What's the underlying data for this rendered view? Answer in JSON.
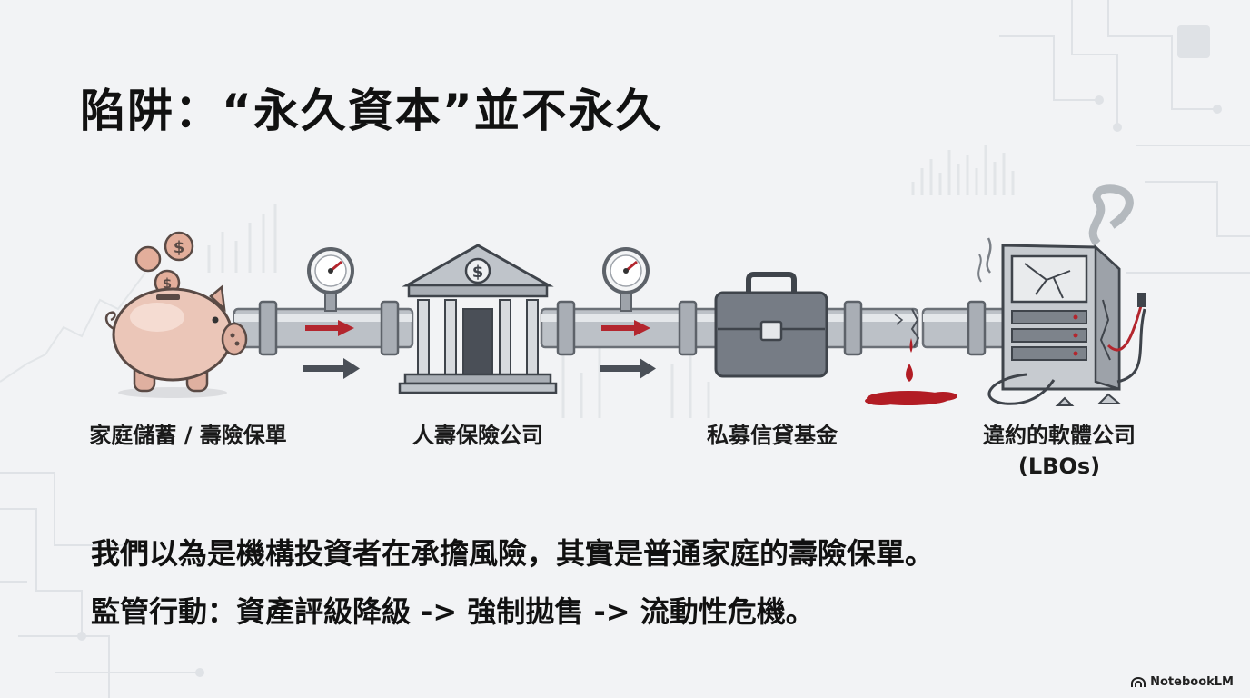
{
  "title": "陷阱：“永久資本”並不永久",
  "stages": [
    {
      "label": "家庭儲蓄 / 壽險保單",
      "icon": "piggy-bank-icon"
    },
    {
      "label": "人壽保險公司",
      "icon": "bank-building-icon"
    },
    {
      "label": "私募信貸基金",
      "icon": "briefcase-icon"
    },
    {
      "label": "違約的軟體公司",
      "label_line2": "(LBOs)",
      "icon": "broken-server-icon"
    }
  ],
  "body": {
    "line1": "我們以為是機構投資者在承擔風險，其實是普通家庭的壽險保單。",
    "line2": "監管行動：資產評級降級 -> 強制拋售 -> 流動性危機。"
  },
  "brand": {
    "label": "NotebookLM",
    "icon": "notebooklm-logo-icon"
  },
  "colors": {
    "pipe": "#b9bec4",
    "pipe_outline": "#6b7077",
    "flow_arrow": "#b3262e",
    "dark_arrow": "#4a4f57",
    "blood": "#b21c24",
    "piggy": "#e9c4b6"
  }
}
